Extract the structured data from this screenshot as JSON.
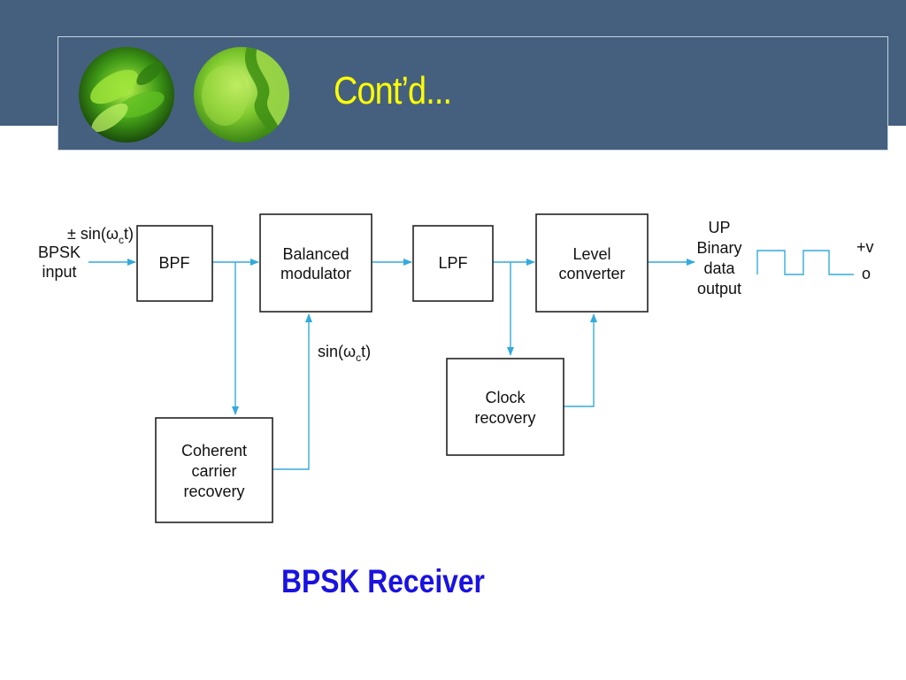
{
  "slide": {
    "title": "Cont’d...",
    "caption": "BPSK Receiver",
    "colors": {
      "band": "#45607f",
      "title": "#ffff00",
      "caption": "#1a12e0",
      "arrow": "#33aadd"
    }
  },
  "diagram": {
    "input_signal": "± sin(ω",
    "input_signal_sub": "c",
    "input_signal_end": "t)",
    "input_line1": "BPSK",
    "input_line2": "input",
    "blocks": {
      "bpf": "BPF",
      "modulator_line1": "Balanced",
      "modulator_line2": "modulator",
      "lpf": "LPF",
      "level_line1": "Level",
      "level_line2": "converter",
      "clock_line1": "Clock",
      "clock_line2": "recovery",
      "carrier_line1": "Coherent",
      "carrier_line2": "carrier",
      "carrier_line3": "recovery"
    },
    "carrier_signal": "sin(ω",
    "carrier_signal_sub": "c",
    "carrier_signal_end": "t)",
    "output_line1": "UP",
    "output_line2": "Binary",
    "output_line3": "data",
    "output_line4": "output",
    "level_high": "+v",
    "level_low": "o"
  }
}
